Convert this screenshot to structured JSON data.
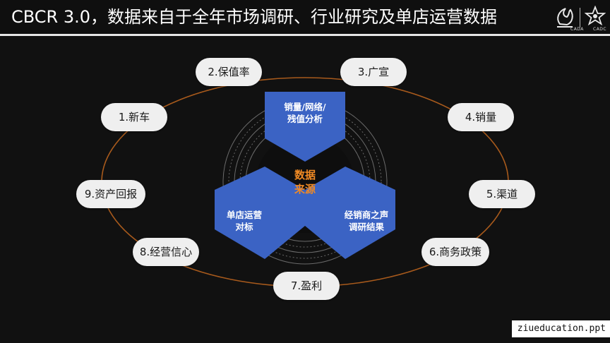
{
  "header": {
    "title": "CBCR 3.0，数据来自于全年市场调研、行业研究及单店运营数据",
    "logo_icons": [
      "cada-flame-logo",
      "cadc-star-logo"
    ],
    "logo_texts": [
      "CADA",
      "CADC"
    ]
  },
  "diagram": {
    "center_label_line1": "数据",
    "center_label_line2": "来源",
    "sources": [
      {
        "line1": "销量/网络/",
        "line2": "残值分析"
      },
      {
        "line1": "单店运营",
        "line2": "对标"
      },
      {
        "line1": "经销商之声",
        "line2": "调研结果"
      }
    ],
    "items": [
      {
        "label": "1.新车"
      },
      {
        "label": "2.保值率"
      },
      {
        "label": "3.广宣"
      },
      {
        "label": "4.销量"
      },
      {
        "label": "5.渠道"
      },
      {
        "label": "6.商务政策"
      },
      {
        "label": "7.盈利"
      },
      {
        "label": "8.经营信心"
      },
      {
        "label": "9.资产回报"
      }
    ],
    "colors": {
      "hex_fill": "#3b63c4",
      "orbit": "#a85a1c",
      "center_text": "#f08a24",
      "pill_fill": "#efefef"
    }
  },
  "watermark": "ziueducation.ppt"
}
